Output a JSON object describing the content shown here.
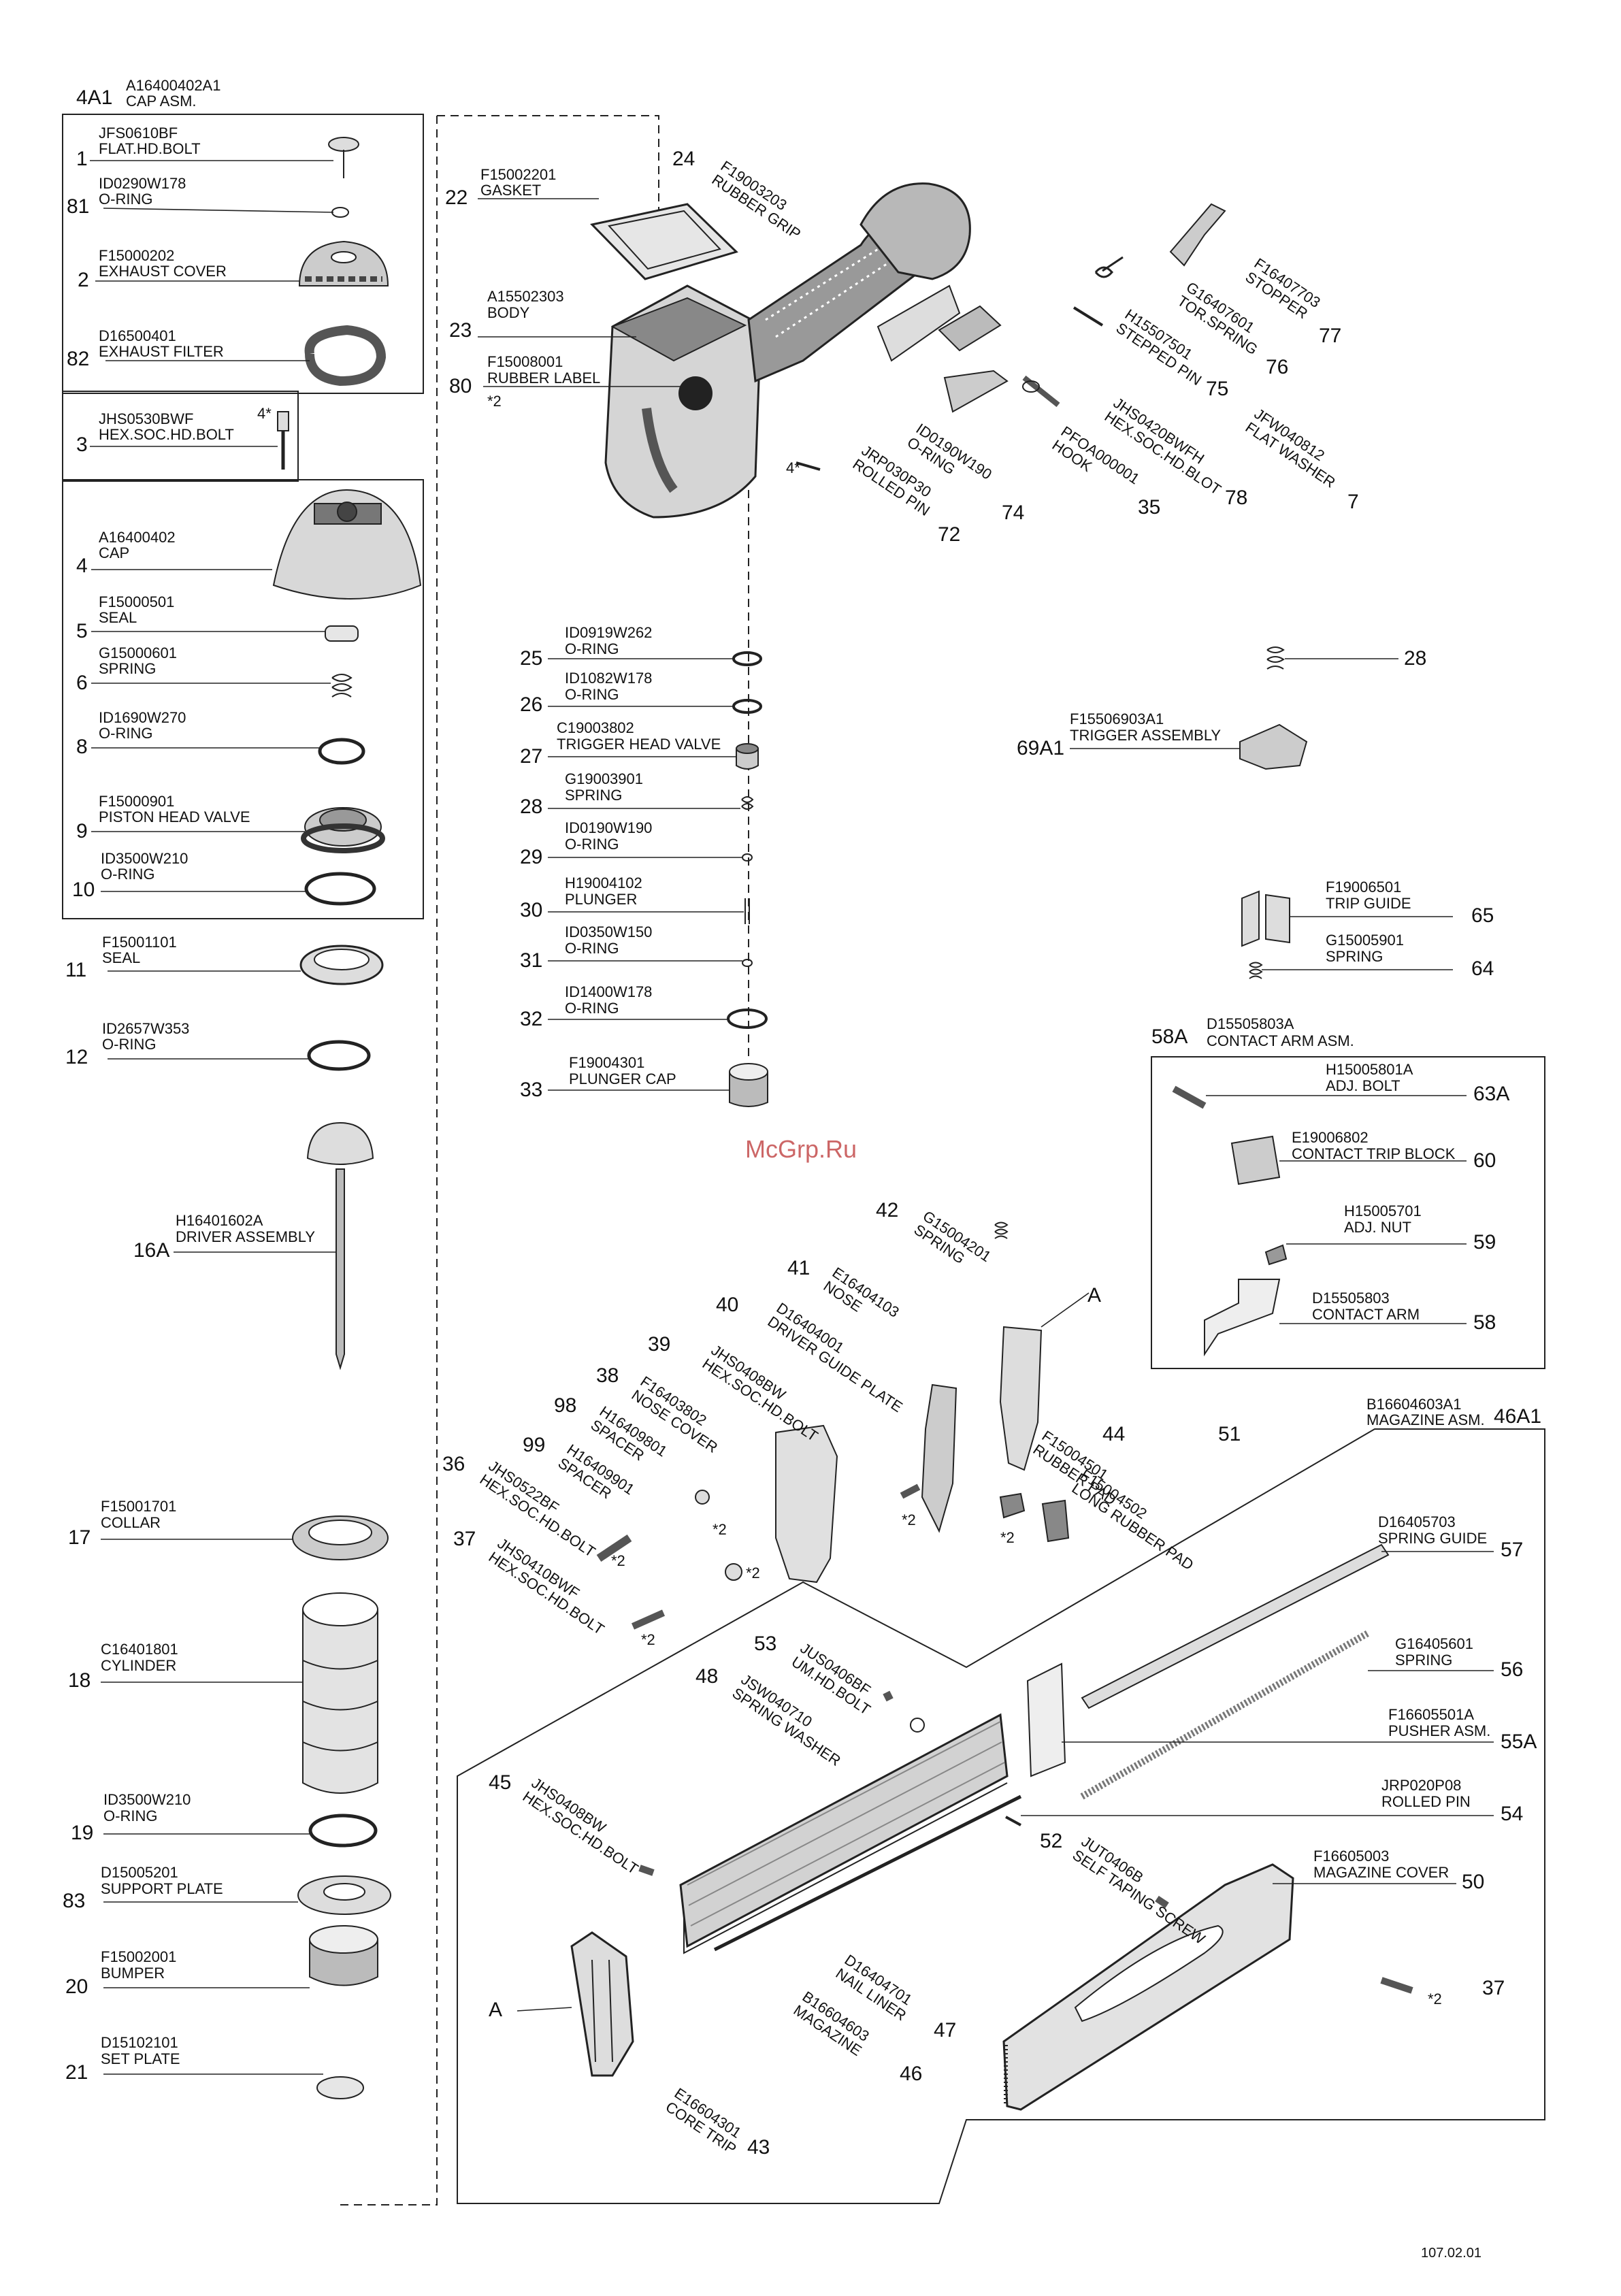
{
  "cap_assembly": {
    "num": "4A1",
    "code": "A16400402A1",
    "name": "CAP ASM."
  },
  "magazine_assembly": {
    "num": "46A1",
    "code": "B16604603A1",
    "name": "MAGAZINE ASM."
  },
  "contact_arm_assembly": {
    "num": "58A",
    "code": "D15505803A",
    "name": "CONTACT ARM ASM."
  },
  "marker_a": "A",
  "marker_a2": "A",
  "watermark": "McGrp.Ru",
  "page_code": "107.02.01",
  "notes": {
    "star": "*2",
    "four_star": "4*"
  },
  "left_parts": [
    {
      "num": "1",
      "code": "JFS0610BF",
      "name": "FLAT.HD.BOLT"
    },
    {
      "num": "81",
      "code": "ID0290W178",
      "name": "O-RING"
    },
    {
      "num": "2",
      "code": "F15000202",
      "name": "EXHAUST COVER"
    },
    {
      "num": "82",
      "code": "D16500401",
      "name": "EXHAUST FILTER"
    },
    {
      "num": "3",
      "code": "JHS0530BWF",
      "name": "HEX.SOC.HD.BOLT"
    },
    {
      "num": "4",
      "code": "A16400402",
      "name": "CAP"
    },
    {
      "num": "5",
      "code": "F15000501",
      "name": "SEAL"
    },
    {
      "num": "6",
      "code": "G15000601",
      "name": "SPRING"
    },
    {
      "num": "8",
      "code": "ID1690W270",
      "name": "O-RING"
    },
    {
      "num": "9",
      "code": "F15000901",
      "name": "PISTON HEAD VALVE"
    },
    {
      "num": "10",
      "code": "ID3500W210",
      "name": "O-RING"
    },
    {
      "num": "11",
      "code": "F15001101",
      "name": "SEAL"
    },
    {
      "num": "12",
      "code": "ID2657W353",
      "name": "O-RING"
    },
    {
      "num": "16A",
      "code": "H16401602A",
      "name": "DRIVER ASSEMBLY"
    },
    {
      "num": "17",
      "code": "F15001701",
      "name": "COLLAR"
    },
    {
      "num": "18",
      "code": "C16401801",
      "name": "CYLINDER"
    },
    {
      "num": "19",
      "code": "ID3500W210",
      "name": "O-RING"
    },
    {
      "num": "83",
      "code": "D15005201",
      "name": "SUPPORT PLATE"
    },
    {
      "num": "20",
      "code": "F15002001",
      "name": "BUMPER"
    },
    {
      "num": "21",
      "code": "D15102101",
      "name": "SET PLATE"
    }
  ],
  "body_parts": [
    {
      "num": "22",
      "code": "F15002201",
      "name": "GASKET"
    },
    {
      "num": "23",
      "code": "A15502303",
      "name": "BODY"
    },
    {
      "num": "80",
      "code": "F15008001",
      "name": "RUBBER LABEL"
    }
  ],
  "valve_parts": [
    {
      "num": "25",
      "code": "ID0919W262",
      "name": "O-RING"
    },
    {
      "num": "26",
      "code": "ID1082W178",
      "name": "O-RING"
    },
    {
      "num": "27",
      "code": "C19003802",
      "name": "TRIGGER HEAD VALVE"
    },
    {
      "num": "28",
      "code": "G19003901",
      "name": "SPRING"
    },
    {
      "num": "29",
      "code": "ID0190W190",
      "name": "O-RING"
    },
    {
      "num": "30",
      "code": "H19004102",
      "name": "PLUNGER"
    },
    {
      "num": "31",
      "code": "ID0350W150",
      "name": "O-RING"
    },
    {
      "num": "32",
      "code": "ID1400W178",
      "name": "O-RING"
    },
    {
      "num": "33",
      "code": "F19004301",
      "name": "PLUNGER CAP"
    }
  ],
  "rotated_top": [
    {
      "num": "24",
      "code": "F19003203",
      "name": "RUBBER GRIP"
    },
    {
      "num": "72",
      "code": "JRP030P30",
      "name": "ROLLED PIN"
    },
    {
      "num": "74",
      "code": "ID0190W190",
      "name": "O-RING"
    },
    {
      "num": "35",
      "code": "PFOA000001",
      "name": "HOOK"
    },
    {
      "num": "78",
      "code": "JHS0420BWFH",
      "name": "HEX.SOC.HD.BLOT"
    },
    {
      "num": "7",
      "code": "JFW040812",
      "name": "FLAT WASHER"
    },
    {
      "num": "75",
      "code": "H15507501",
      "name": "STEPPED PIN"
    },
    {
      "num": "76",
      "code": "G16407601",
      "name": "TOR.SPRING"
    },
    {
      "num": "77",
      "code": "F16407703",
      "name": "STOPPER"
    }
  ],
  "right_parts": [
    {
      "num": "28",
      "code": "",
      "name": ""
    },
    {
      "num": "69A1",
      "code": "F15506903A1",
      "name": "TRIGGER ASSEMBLY"
    },
    {
      "num": "65",
      "code": "F19006501",
      "name": "TRIP GUIDE"
    },
    {
      "num": "64",
      "code": "G15005901",
      "name": "SPRING"
    },
    {
      "num": "63A",
      "code": "H15005801A",
      "name": "ADJ. BOLT"
    },
    {
      "num": "60",
      "code": "E19006802",
      "name": "CONTACT TRIP BLOCK"
    },
    {
      "num": "59",
      "code": "H15005701",
      "name": "ADJ. NUT"
    },
    {
      "num": "58",
      "code": "D15505803",
      "name": "CONTACT ARM"
    }
  ],
  "rotated_mid": [
    {
      "num": "42",
      "code": "G15004201",
      "name": "SPRING"
    },
    {
      "num": "41",
      "code": "E16404103",
      "name": "NOSE"
    },
    {
      "num": "40",
      "code": "D16404001",
      "name": "DRIVER GUIDE PLATE"
    },
    {
      "num": "39",
      "code": "JHS0408BW",
      "name": "HEX.SOC.HD.BOLT"
    },
    {
      "num": "38",
      "code": "F16403802",
      "name": "NOSE COVER"
    },
    {
      "num": "98",
      "code": "H16409801",
      "name": "SPACER"
    },
    {
      "num": "99",
      "code": "H16409901",
      "name": "SPACER"
    },
    {
      "num": "36",
      "code": "JHS0522BF",
      "name": "HEX.SOC.HD.BOLT"
    },
    {
      "num": "37",
      "code": "JHS0410BWF",
      "name": "HEX.SOC.HD.BOLT"
    },
    {
      "num": "44",
      "code": "F15004501",
      "name": "RUBBER PAD"
    },
    {
      "num": "51",
      "code": "F15004502",
      "name": "LONG RUBBER PAD"
    }
  ],
  "magazine_parts": [
    {
      "num": "57",
      "code": "D16405703",
      "name": "SPRING GUIDE"
    },
    {
      "num": "56",
      "code": "G16405601",
      "name": "SPRING"
    },
    {
      "num": "55A",
      "code": "F16605501A",
      "name": "PUSHER ASM."
    },
    {
      "num": "54",
      "code": "JRP020P08",
      "name": "ROLLED PIN"
    },
    {
      "num": "50",
      "code": "F16605003",
      "name": "MAGAZINE COVER"
    },
    {
      "num": "37",
      "code": "",
      "name": ""
    }
  ],
  "rotated_low": [
    {
      "num": "53",
      "code": "JUS0406BF",
      "name": "UM.HD.BOLT"
    },
    {
      "num": "48",
      "code": "JSW040710",
      "name": "SPRING WASHER"
    },
    {
      "num": "45",
      "code": "JHS0408BW",
      "name": "HEX.SOC.HD.BOLT"
    },
    {
      "num": "52",
      "code": "JUT0406B",
      "name": "SELF TAPING SCREW"
    },
    {
      "num": "47",
      "code": "D16404701",
      "name": "NAIL LINER"
    },
    {
      "num": "46",
      "code": "B16604603",
      "name": "MAGAZINE"
    },
    {
      "num": "43",
      "code": "E16604301",
      "name": "CORE TRIP"
    }
  ]
}
